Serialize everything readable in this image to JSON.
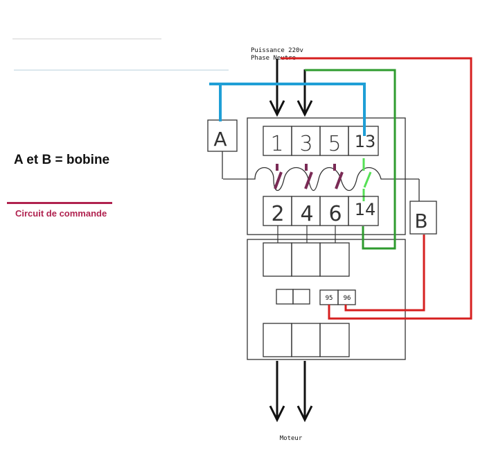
{
  "legend": {
    "bobine_text": "A et B = bobine",
    "command_text": "Circuit de commande"
  },
  "power": {
    "line1": "Puissance 220v",
    "line2": "Phase  Neutre"
  },
  "coils": {
    "a": "A",
    "b": "B"
  },
  "contacts": {
    "top": [
      "1",
      "3",
      "5",
      "13"
    ],
    "bottom": [
      "2",
      "4",
      "6",
      "14"
    ]
  },
  "relay": {
    "t95": "95",
    "t96": "96"
  },
  "motor_label": "Moteur",
  "colors": {
    "command": "#d61f1f",
    "coil_supply": "#1f9fd6",
    "self_hold": "#2e9b2e",
    "contact_link": "#7a2a55",
    "legend_accent": "#b0224f",
    "outline": "#333333"
  }
}
